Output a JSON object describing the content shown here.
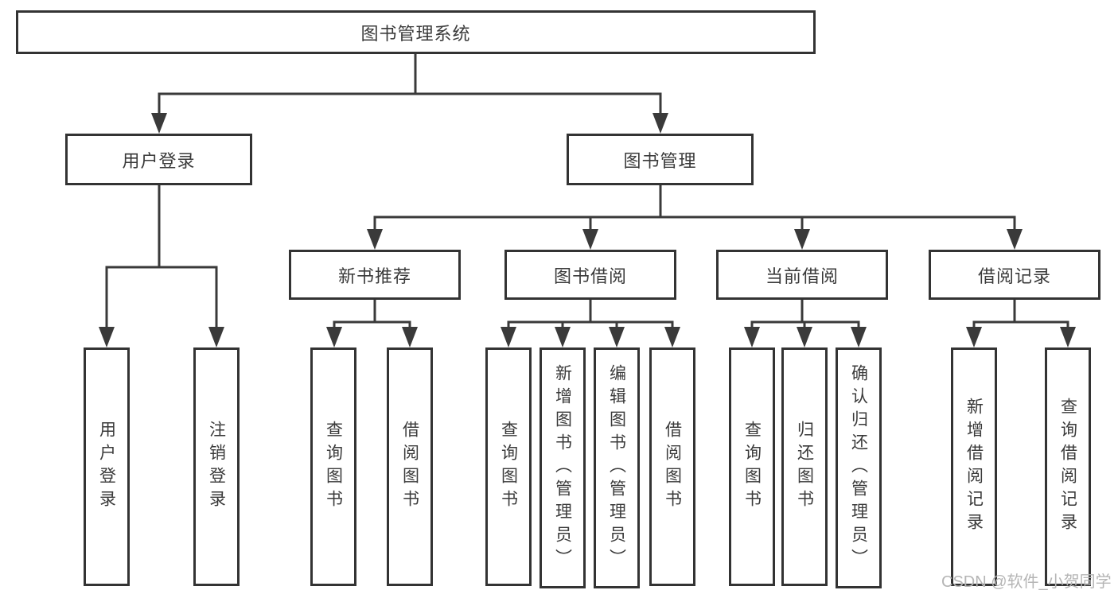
{
  "diagram": {
    "root": "图书管理系统",
    "level2": [
      "用户登录",
      "图书管理"
    ],
    "level3": [
      "新书推荐",
      "图书借阅",
      "当前借阅",
      "借阅记录"
    ],
    "leaves": {
      "user_login": [
        "用户登录",
        "注销登录"
      ],
      "new_book_recommend": [
        "查询图书",
        "借阅图书"
      ],
      "book_borrow": [
        "查询图书",
        "新增图书（管理员）",
        "编辑图书（管理员）",
        "借阅图书"
      ],
      "current_borrow": [
        "查询图书",
        "归还图书",
        "确认归还（管理员）"
      ],
      "borrow_records": [
        "新增借阅记录",
        "查询借阅记录"
      ]
    }
  },
  "watermark": {
    "text": "CSDN @软件_小贺同学"
  },
  "colors": {
    "line": "#3a3a3a",
    "box_border": "#333333",
    "text": "#3a3a3a",
    "watermark": "#b5b5b5",
    "background": "#ffffff"
  }
}
